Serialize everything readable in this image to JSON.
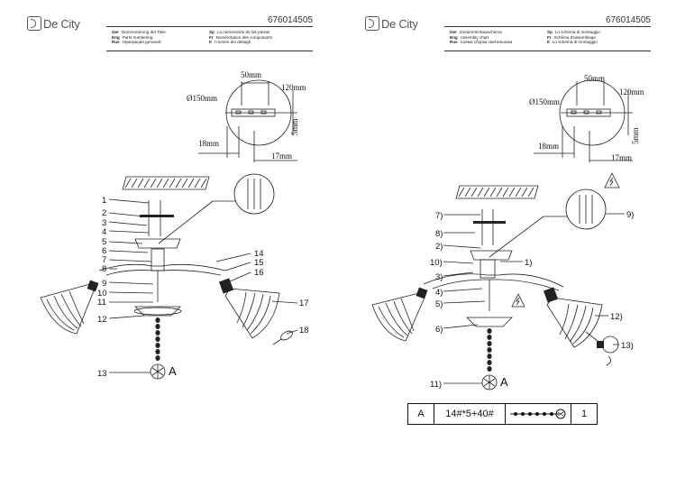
{
  "left_sheet": {
    "logo_text": "De City",
    "code": "676014505",
    "languages": [
      {
        "c1": "Ger",
        "t1": "Nummerierung der Teile",
        "c2": "Sp",
        "t2": "La numeración de las piezas"
      },
      {
        "c1": "Eng",
        "t1": "Parts numbering",
        "c2": "Fr",
        "t2": "Numérotation des composants"
      },
      {
        "c1": "Rus",
        "t1": "Нумерация деталей",
        "c2": "It",
        "t2": "I numeri dei dettagli"
      }
    ],
    "dimensions": {
      "d50": "50mm",
      "d150": "Ø150mm",
      "d120": "120mm",
      "d5": "5mm",
      "d18": "18mm",
      "d17": "17mm"
    },
    "labels_left": [
      "1",
      "2",
      "3",
      "4",
      "5",
      "6",
      "7",
      "8",
      "9",
      "10",
      "11",
      "12",
      "13"
    ],
    "labels_right": [
      "14",
      "15",
      "16",
      "17",
      "18"
    ],
    "pendant_letter": "A"
  },
  "right_sheet": {
    "logo_text": "De City",
    "code": "676014505",
    "languages": [
      {
        "c1": "Ger",
        "t1": "Zusammenbauschema",
        "c2": "Sp",
        "t2": "Lo schema di montaggio"
      },
      {
        "c1": "Eng",
        "t1": "Assembly chart",
        "c2": "Fr",
        "t2": "Schéma d'assemblage"
      },
      {
        "c1": "Rus",
        "t1": "Схема сборки светильника",
        "c2": "It",
        "t2": "Lo schema di montaggio"
      }
    ],
    "dimensions": {
      "d50": "50mm",
      "d150": "Ø150mm",
      "d120": "120mm",
      "d5": "5mm",
      "d18": "18mm",
      "d17": "17mm"
    },
    "labels_left": [
      "7)",
      "8)",
      "2)",
      "10)",
      "3)",
      "4)",
      "5)",
      "6)",
      "11)"
    ],
    "labels_right": [
      "9)",
      "1)",
      "12)",
      "13)"
    ],
    "pendant_letter": "A",
    "table": {
      "col1": "A",
      "col2": "14#*5+40#",
      "col4": "1"
    }
  }
}
